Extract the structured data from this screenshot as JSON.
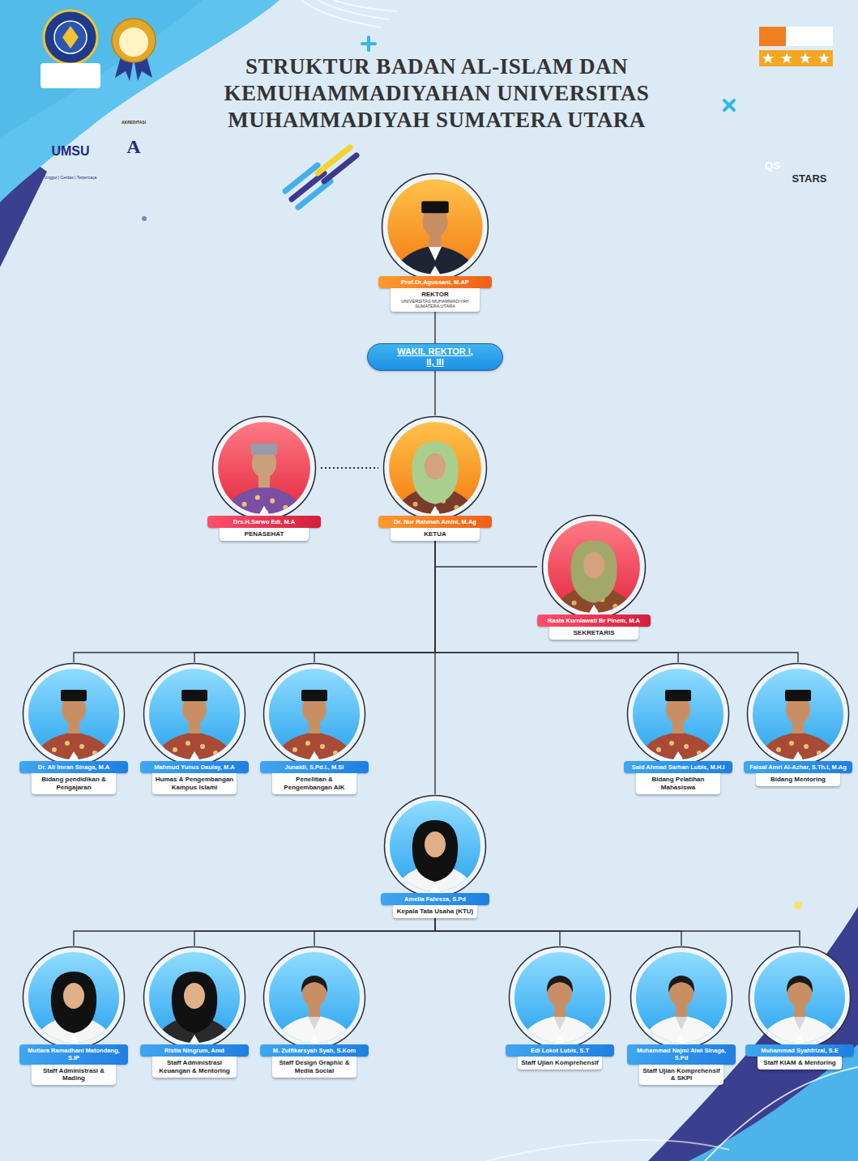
{
  "diagram": {
    "title": "STRUKTUR BADAN AL-ISLAM DAN KEMUHAMMADIYAHAN UNIVERSITAS MUHAMMADIYAH SUMATERA UTARA",
    "nodes": [
      {
        "text": [
          "Prof.Dr.Agussani, M.AP",
          "REKTOR",
          "UNIVERSITAS MUHAMMADIYAH SUMATERA UTARA"
        ]
      },
      {
        "text": [
          "WAKIL REKTOR I, II, III"
        ]
      },
      {
        "text": [
          "Drs.H.Sarwo Edi, M.A",
          "PENASEHAT"
        ]
      },
      {
        "text": [
          "Dr. Nur Rahmah Amini, M.Ag",
          "KETUA"
        ]
      },
      {
        "text": [
          "Rasta Kurniawati Br Pinem, M.A",
          "SEKRETARIS"
        ]
      },
      {
        "text": [
          "Dr. Ali Imran Sinaga, M.A",
          "Bidang pendidikan & Pengajaran"
        ]
      },
      {
        "text": [
          "Mahmud Yunus Daulay, M.A",
          "Humas & Pengembangan Kampus Islami"
        ]
      },
      {
        "text": [
          "Junaidi, S.Pd.I., M.Si",
          "Penelitian & Pengembangan AIK"
        ]
      },
      {
        "text": [
          "Said Ahmad Sarhan Lubis, M.H.I",
          "Bidang Pelatihan Mahasiswa"
        ]
      },
      {
        "text": [
          "Faisal Amri Al-Azhar, S.Th.I, M.Ag",
          "Bidang Mentoring"
        ]
      },
      {
        "text": [
          "Amelia Fahreza, S.Pd",
          "Kepala Tata Usaha (KTU)"
        ]
      },
      {
        "text": [
          "Mutiara Ramadhani Matondang, S.IP",
          "Staff Administrasi & Mading"
        ]
      },
      {
        "text": [
          "Ristia Ningrum, Amd",
          "Staff Administrasi Keuangan & Mentoring"
        ]
      },
      {
        "text": [
          "M. Zulfikarsyah Syah, S.Kom",
          "Staff Design Graphic & Media Social"
        ]
      },
      {
        "text": [
          "Edi Lokot Lubis, S.T",
          "Staff Ujian Komprehensif"
        ]
      },
      {
        "text": [
          "Muhammad Najmi Alwi Sinaga, S.Pd",
          "Staff Ujian Komprehensif & SKPI"
        ]
      },
      {
        "text": [
          "Muhammad Syahfrizal, S.E",
          "Staff KIAM & Mentoring"
        ]
      }
    ],
    "edges": [
      {
        "from": 0,
        "to": 1,
        "arrow": "none"
      },
      {
        "from": 1,
        "to": 3,
        "arrow": "none"
      },
      {
        "from": 2,
        "to": 3,
        "arrow": "none"
      },
      {
        "from": 3,
        "to": 4,
        "arrow": "none"
      },
      {
        "from": 3,
        "to": 5,
        "arrow": "none"
      },
      {
        "from": 3,
        "to": 6,
        "arrow": "none"
      },
      {
        "from": 3,
        "to": 7,
        "arrow": "none"
      },
      {
        "from": 3,
        "to": 8,
        "arrow": "none"
      },
      {
        "from": 3,
        "to": 9,
        "arrow": "none"
      },
      {
        "from": 3,
        "to": 10,
        "arrow": "none"
      },
      {
        "from": 10,
        "to": 11,
        "arrow": "none"
      },
      {
        "from": 10,
        "to": 12,
        "arrow": "none"
      },
      {
        "from": 10,
        "to": 13,
        "arrow": "none"
      },
      {
        "from": 10,
        "to": 14,
        "arrow": "none"
      },
      {
        "from": 10,
        "to": 15,
        "arrow": "none"
      },
      {
        "from": 10,
        "to": 16,
        "arrow": "none"
      }
    ],
    "labels": [
      "UMSU",
      "Unggul | Cerdas | Terpercaya",
      "AKREDITASI",
      "A",
      "QS",
      "STARS"
    ]
  }
}
